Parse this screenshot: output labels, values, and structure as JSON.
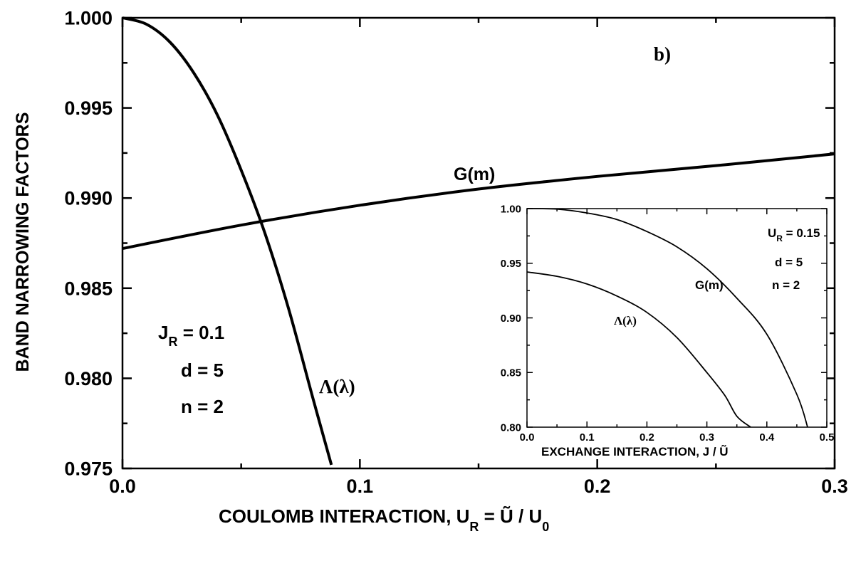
{
  "chart_data": [
    {
      "type": "line",
      "panel_label_letter": "b",
      "panel_label_paren": ")",
      "xlabel": {
        "prefix": "COULOMB INTERACTION,  U",
        "sub1": "R",
        "middle": " = Ũ / U",
        "sub2": "0"
      },
      "ylabel": "BAND NARROWING FACTORS",
      "xlim": [
        0.0,
        0.3
      ],
      "ylim": [
        0.975,
        1.0
      ],
      "xticks": [
        "0.0",
        "0.1",
        "0.2",
        "0.3"
      ],
      "xtick_values": [
        0.0,
        0.1,
        0.2,
        0.3
      ],
      "yticks": [
        "0.975",
        "0.980",
        "0.985",
        "0.990",
        "0.995",
        "1.000"
      ],
      "ytick_values": [
        0.975,
        0.98,
        0.985,
        0.99,
        0.995,
        1.0
      ],
      "grid": false,
      "series": [
        {
          "name": "G(m)",
          "x": [
            0.0,
            0.05,
            0.1,
            0.15,
            0.2,
            0.25,
            0.3
          ],
          "y": [
            0.9872,
            0.9885,
            0.9896,
            0.9905,
            0.9912,
            0.9918,
            0.99245
          ]
        },
        {
          "name": "Λ(λ)",
          "x": [
            0.0,
            0.01,
            0.02,
            0.03,
            0.04,
            0.05,
            0.06,
            0.07,
            0.08,
            0.088
          ],
          "y": [
            1.0,
            0.99965,
            0.99865,
            0.99695,
            0.9946,
            0.99155,
            0.98805,
            0.98385,
            0.979,
            0.9752
          ]
        }
      ],
      "annotation_lines": [
        {
          "main": "J",
          "sub": "R",
          "rest": " = 0.1"
        },
        {
          "main": "d = 5",
          "sub": "",
          "rest": ""
        },
        {
          "main": "n = 2",
          "sub": "",
          "rest": ""
        }
      ]
    },
    {
      "type": "line",
      "xlabel": "EXCHANGE INTERACTION,   J / Ũ",
      "ylabel": "",
      "xlim": [
        0.0,
        0.5
      ],
      "ylim": [
        0.8,
        1.0
      ],
      "xticks": [
        "0.0",
        "0.1",
        "0.2",
        "0.3",
        "0.4",
        "0.5"
      ],
      "xtick_values": [
        0.0,
        0.1,
        0.2,
        0.3,
        0.4,
        0.5
      ],
      "yticks": [
        "0.80",
        "0.85",
        "0.90",
        "0.95",
        "1.00"
      ],
      "ytick_values": [
        0.8,
        0.85,
        0.9,
        0.95,
        1.0
      ],
      "grid": false,
      "series": [
        {
          "name": "G(m)",
          "x": [
            0.0,
            0.05,
            0.1,
            0.15,
            0.2,
            0.25,
            0.3,
            0.35,
            0.4,
            0.45,
            0.468
          ],
          "y": [
            1.0,
            0.9995,
            0.996,
            0.99,
            0.979,
            0.965,
            0.945,
            0.918,
            0.885,
            0.83,
            0.8
          ]
        },
        {
          "name": "Λ(λ)",
          "x": [
            0.0,
            0.05,
            0.1,
            0.15,
            0.2,
            0.25,
            0.3,
            0.33,
            0.35,
            0.373
          ],
          "y": [
            0.942,
            0.938,
            0.931,
            0.92,
            0.905,
            0.882,
            0.85,
            0.829,
            0.81,
            0.8
          ]
        }
      ],
      "annotation_lines": [
        {
          "main": "U",
          "sub": "R",
          "rest": " = 0.15"
        },
        {
          "main": "d = 5",
          "sub": "",
          "rest": ""
        },
        {
          "main": "n = 2",
          "sub": "",
          "rest": ""
        }
      ]
    }
  ]
}
